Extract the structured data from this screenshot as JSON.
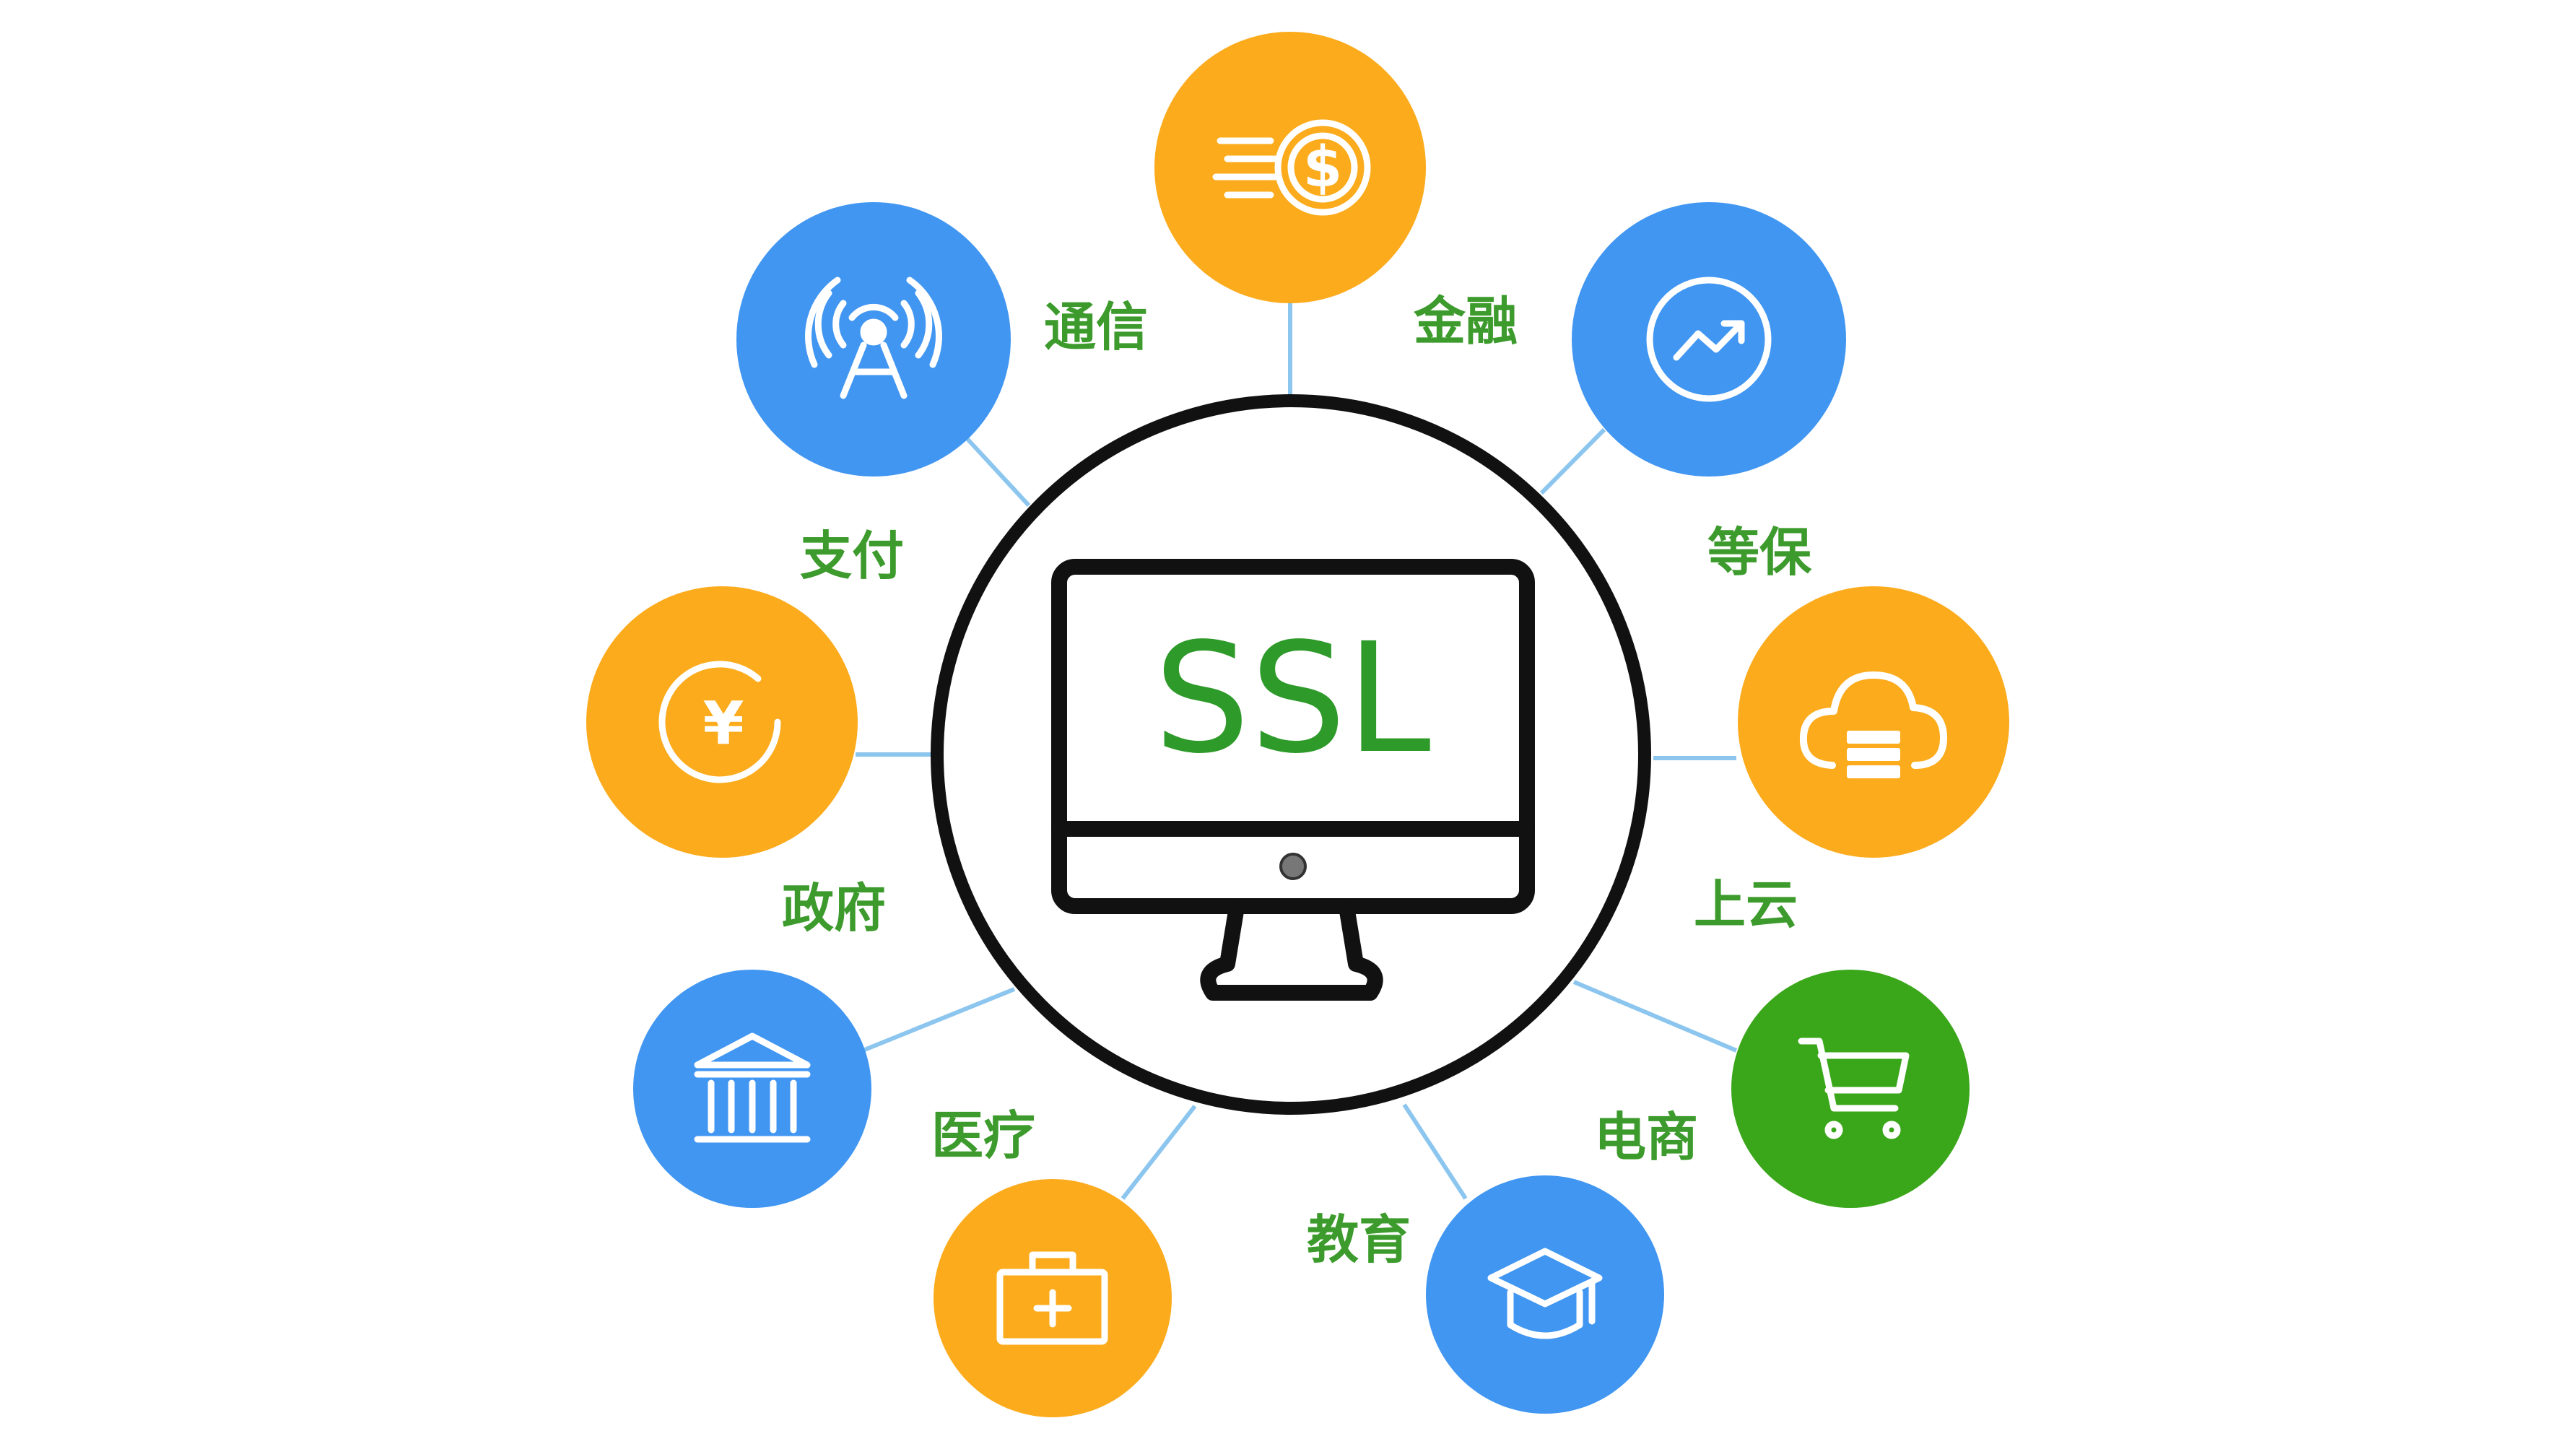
{
  "center": {
    "label": "SSL",
    "text_color": "#2e9a2a",
    "icon": "monitor-icon"
  },
  "colors": {
    "orange": "#fbab1c",
    "blue": "#4196f1",
    "green": "#3aa61a",
    "label": "#3c9b2c",
    "connector": "#8cc6ef",
    "outline": "#111111"
  },
  "nodes": [
    {
      "key": "finance",
      "label": "",
      "icon": "dollar-coin-icon",
      "color": "orange"
    },
    {
      "key": "trend",
      "label": "金融",
      "icon": "trend-chart-icon",
      "color": "blue"
    },
    {
      "key": "cloud",
      "label": "等保",
      "icon": "cloud-server-icon",
      "color": "orange"
    },
    {
      "key": "cart",
      "label": "上云",
      "icon": "shopping-cart-icon",
      "color": "green"
    },
    {
      "key": "education",
      "label": "电商",
      "icon": "graduation-cap-icon",
      "color": "blue"
    },
    {
      "key": "medical",
      "label": "教育",
      "icon": "medical-kit-icon",
      "color": "orange"
    },
    {
      "key": "government",
      "label": "医疗",
      "icon": "bank-building-icon",
      "color": "blue"
    },
    {
      "key": "payment",
      "label": "政府",
      "icon": "yuan-coin-icon",
      "color": "orange"
    },
    {
      "key": "telecom",
      "label": "支付",
      "icon": "signal-tower-icon",
      "color": "blue"
    }
  ],
  "extra_label": "通信"
}
